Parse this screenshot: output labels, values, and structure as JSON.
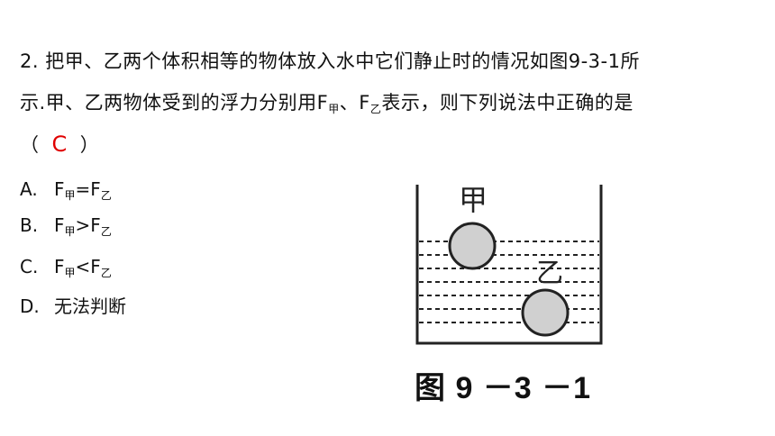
{
  "question": {
    "number": "2.",
    "line1": "把甲、乙两个体积相等的物体放入水中它们静止时的情况如图9-3-1所",
    "line2_a": "示.甲、乙两物体受到的浮力分别用F",
    "line2_sub1": "甲",
    "line2_b": "、F",
    "line2_sub2": "乙",
    "line2_c": "表示，则下列说法中正确的是",
    "paren_open": "（",
    "answer": "C",
    "paren_close": "）"
  },
  "options": [
    {
      "letter": "A.",
      "f1": "F",
      "s1": "甲",
      "op": "=",
      "f2": "F",
      "s2": "乙"
    },
    {
      "letter": "B.",
      "f1": "F",
      "s1": "甲",
      "op": ">",
      "f2": "F",
      "s2": "乙"
    },
    {
      "letter": "C.",
      "f1": "F",
      "s1": "甲",
      "op": "<",
      "f2": "F",
      "s2": "乙"
    },
    {
      "letter": "D.",
      "text": "无法判断"
    }
  ],
  "figure": {
    "label_jia": "甲",
    "label_yi": "乙",
    "caption": "图 9 －3 －1",
    "stroke_color": "#222222",
    "ball_fill": "#d0d0d0"
  }
}
